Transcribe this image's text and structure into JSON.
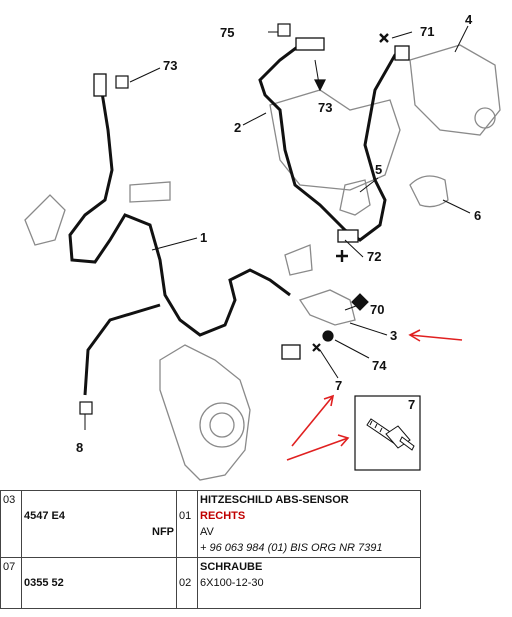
{
  "callouts": {
    "c1": "1",
    "c2": "2",
    "c3": "3",
    "c4": "4",
    "c5": "5",
    "c6": "6",
    "c7": "7",
    "c8": "8",
    "c70": "70",
    "c71": "71",
    "c72": "72",
    "c73a": "73",
    "c73b": "73",
    "c74": "74",
    "c75": "75"
  },
  "detail_box": {
    "label": "7"
  },
  "table": {
    "rows": [
      {
        "pos": "03",
        "ref": "4547 E4",
        "ref_suffix": "NFP",
        "qty": "01",
        "title": "HITZESCHILD ABS-SENSOR",
        "side": "RECHTS",
        "position": "AV",
        "note": "+ 96 063 984 (01) BIS ORG NR 7391"
      },
      {
        "pos": "07",
        "ref": "0355 52",
        "qty": "02",
        "title": "SCHRAUBE",
        "spec": "6X100-12-30"
      }
    ]
  },
  "colors": {
    "arrow": "#e02020",
    "line": "#111111",
    "part": "#8a8a8a",
    "highlight": "#c00000"
  }
}
